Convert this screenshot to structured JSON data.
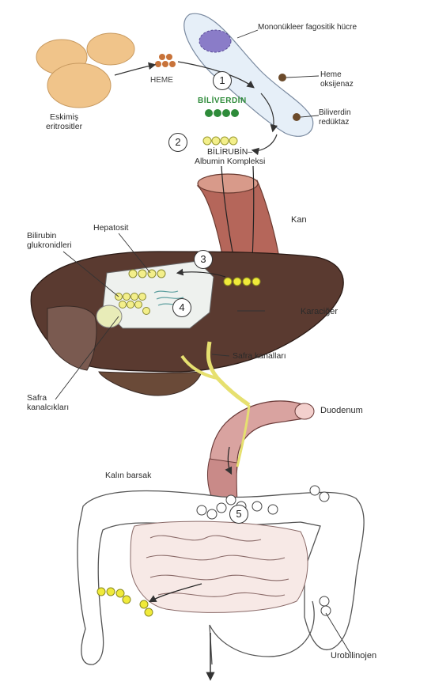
{
  "labels": {
    "mononuclear": "Mononükleer fagositik hücre",
    "aged_rbc": "Eskimiş\neritrositler",
    "heme": "HEME",
    "heme_oxygenase": "Heme\noksijenaz",
    "biliverdin": "BİLİVERDİN",
    "biliverdin_reductase": "Biliverdin\nredüktaz",
    "bilirubin_albumin": "BİLİRUBİN–\nAlbumin Kompleksi",
    "blood": "Kan",
    "hepatocyte": "Hepatosit",
    "bilirubin_glucuronides": "Bilirubin\nglukronidleri",
    "liver": "Karaciğer",
    "bile_ducts": "Safra kanalları",
    "bile_canaliculi": "Safra\nkanalcıkları",
    "duodenum": "Duodenum",
    "large_intestine": "Kalın barsak",
    "urobilinogen": "Urobilinojen"
  },
  "steps": [
    "1",
    "2",
    "3",
    "4",
    "5"
  ],
  "colors": {
    "rbc": "#f0c48a",
    "heme_dots": "#c8733a",
    "biliverdin_dots": "#2e8b3a",
    "bilirubin_dots": "#e8e23a",
    "liver": "#5a3a30",
    "blood_vessel": "#b5665a",
    "duodenum": "#d9a3a0",
    "bile_duct": "#e6e070",
    "intestine": "#ffffff"
  }
}
